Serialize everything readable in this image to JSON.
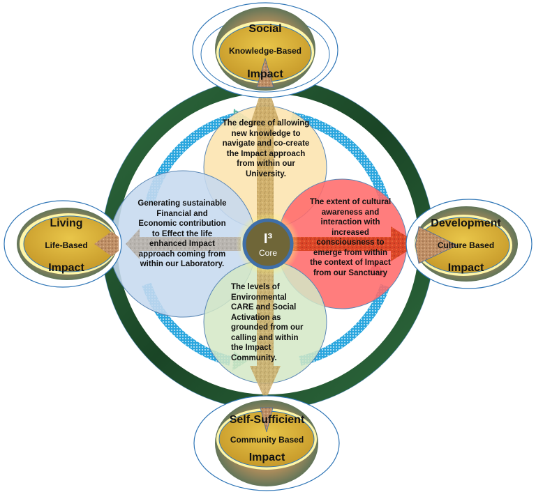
{
  "core": {
    "title": "I³",
    "subtitle": "Core"
  },
  "nodes": {
    "top": {
      "title": "Social",
      "subtitle": "Knowledge-Based",
      "footer": "Impact"
    },
    "left": {
      "title": "Living",
      "subtitle": "Life-Based",
      "footer": "Impact"
    },
    "right": {
      "title": "Development",
      "subtitle": "Culture Based",
      "footer": "Impact"
    },
    "bottom": {
      "title": "Self-Sufficient",
      "subtitle": "Community Based",
      "footer": "Impact"
    }
  },
  "petals": {
    "top": {
      "text": "The degree of allowing new knowledge to navigate and co-create the Impact approach from within our University.",
      "color": "#FCE4B0"
    },
    "left": {
      "text": "Generating sustainable Financial and Economic contribution to Effect the life enhanced Impact approach coming from within our Laboratory.",
      "color": "#C6DAEF"
    },
    "right": {
      "text": "The extent of cultural awareness and interaction with increased consciousness to emerge from within the context of Impact from our Sanctuary",
      "color": "#FF6B6B"
    },
    "bottom": {
      "text": "The levels of Environmental CARE and Social Activation as grounded from our calling and within the Impact Community.",
      "color": "#D3E8C6"
    }
  },
  "colors": {
    "ring": "#1E4D2B",
    "arrow": "#1E9CD7",
    "core_border": "#3F6FA8",
    "node_fill": "#D9B43A",
    "node_ring": "#2E75B6"
  }
}
